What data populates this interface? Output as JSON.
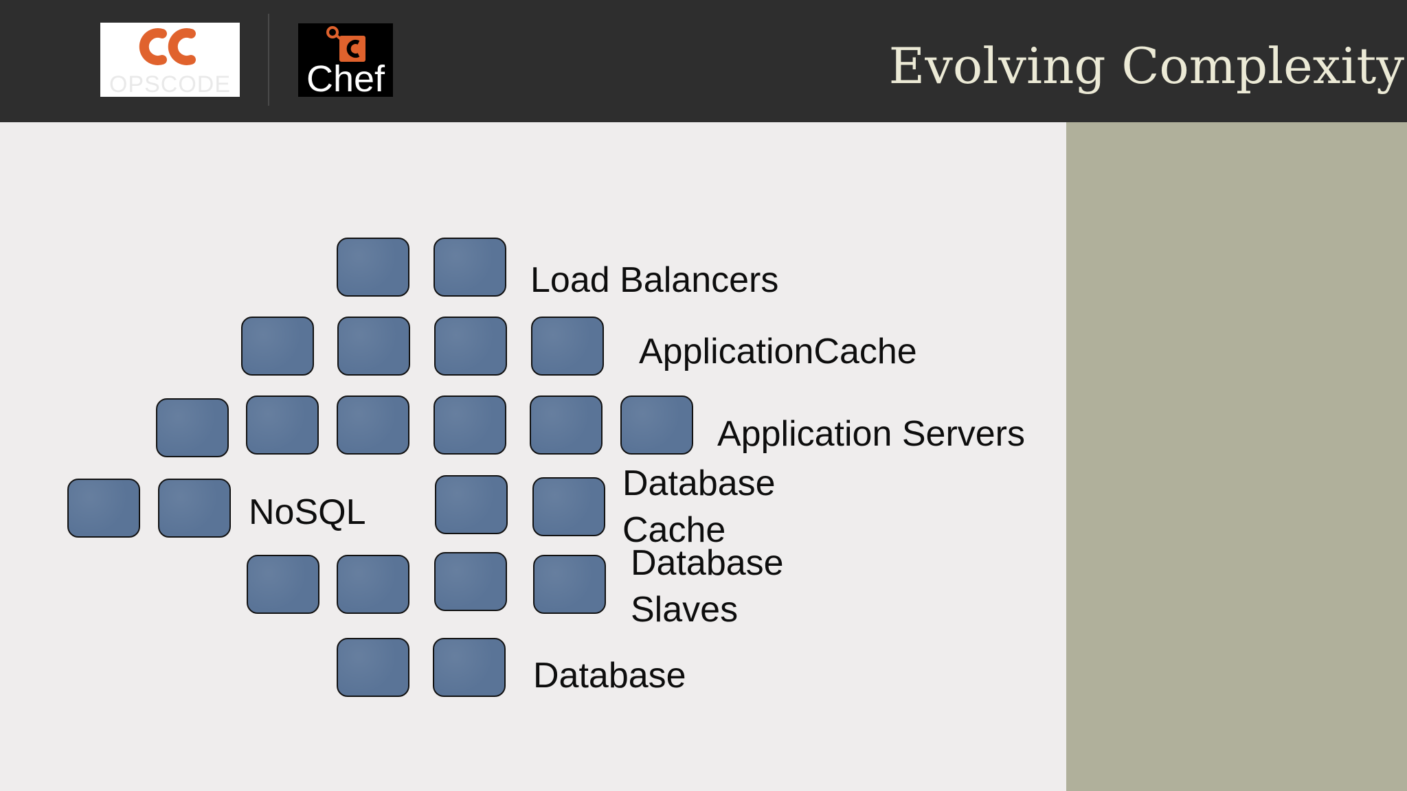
{
  "title": "Evolving Complexity",
  "logos": {
    "opscode": {
      "icon": "opscode-oc-logo",
      "text": "OPSCODE"
    },
    "chef": {
      "icon": "chef-logo",
      "text": "Chef"
    }
  },
  "colors": {
    "header_background": "#2e2e2e",
    "slide_background": "#efeded",
    "side_panel": "#b0b09b",
    "node_fill": "#5a7497",
    "title_text": "#ecead6",
    "logo_accent": "#e0622d"
  },
  "diagram": {
    "tiers": [
      {
        "label": "Load Balancers",
        "nodes": 2
      },
      {
        "label": "ApplicationCache",
        "nodes": 4
      },
      {
        "label": "Application Servers",
        "nodes": 6
      },
      {
        "label": "NoSQL",
        "nodes": 2
      },
      {
        "label": "Database\nCache",
        "nodes": 2
      },
      {
        "label": "Database\nSlaves",
        "nodes": 4
      },
      {
        "label": "Database",
        "nodes": 2
      }
    ]
  }
}
